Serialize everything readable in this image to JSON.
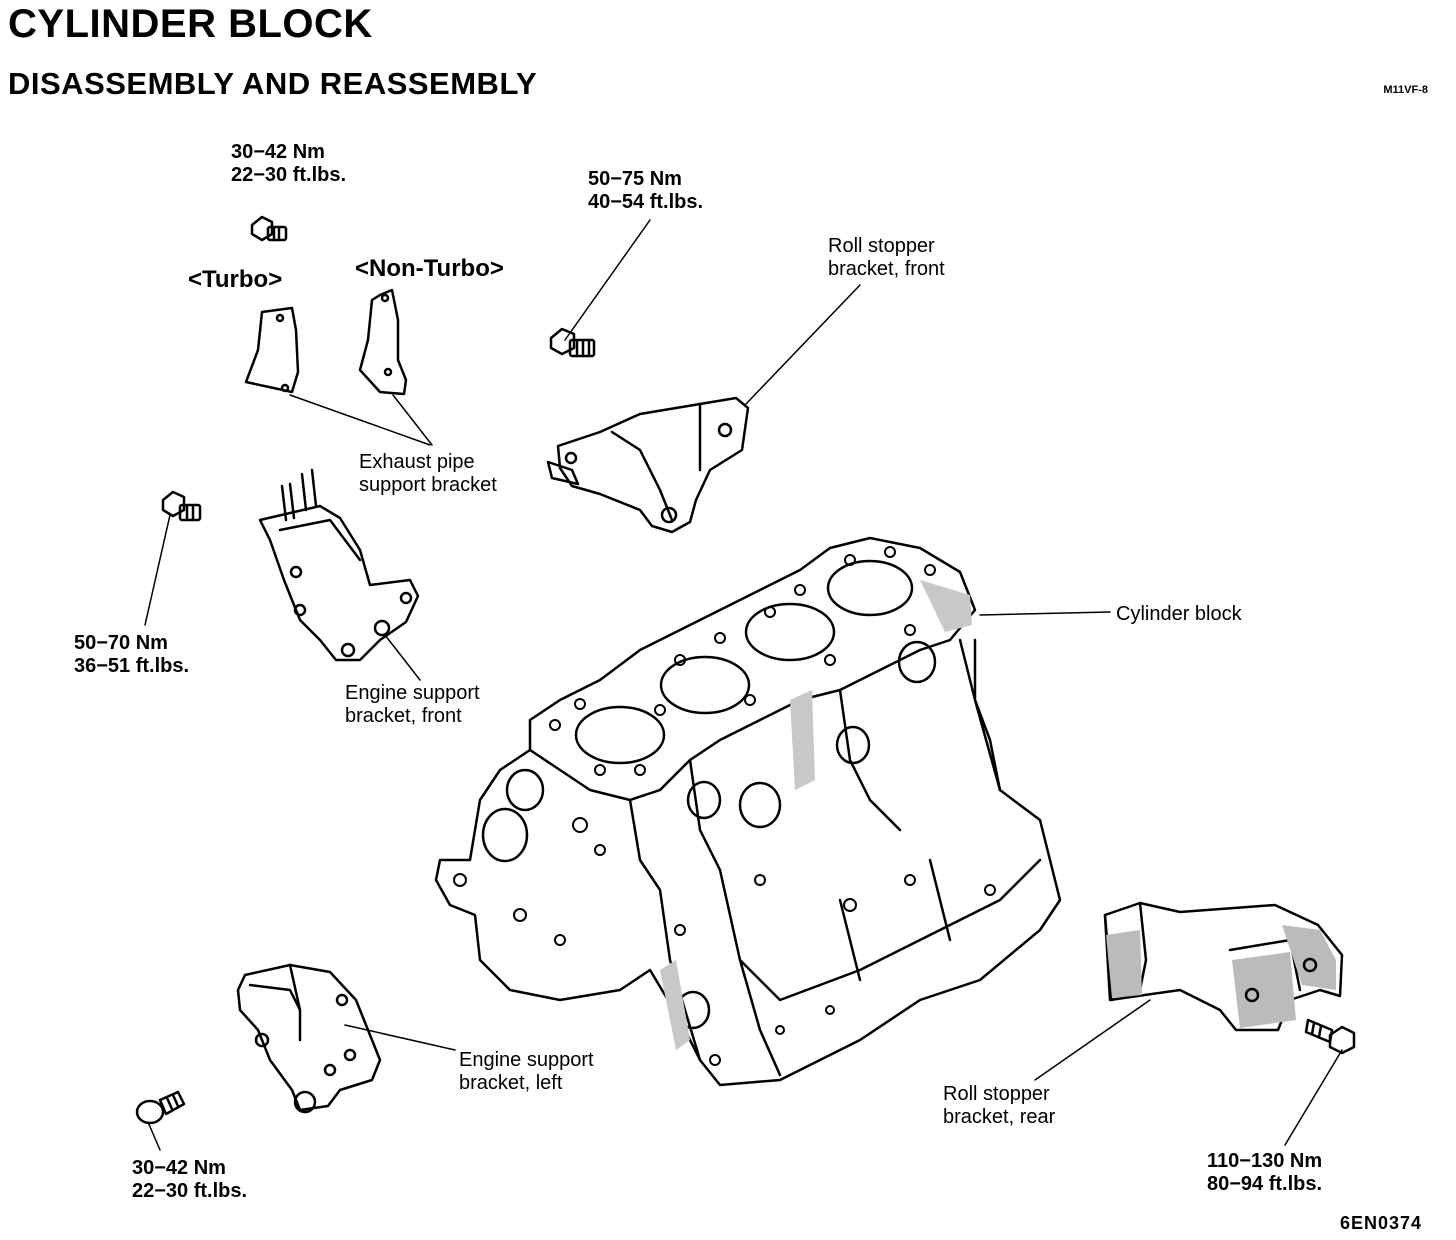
{
  "header": {
    "title": "CYLINDER BLOCK",
    "subtitle": "DISASSEMBLY AND REASSEMBLY",
    "code": "M11VF-8"
  },
  "figure_number": "6EN0374",
  "variants": {
    "turbo": "<Turbo>",
    "non_turbo": "<Non-Turbo>"
  },
  "torques": {
    "exhaust_bracket_bolt": {
      "nm": "30−42 Nm",
      "ftlbs": "22−30 ft.lbs."
    },
    "roll_stopper_front_bolt": {
      "nm": "50−75 Nm",
      "ftlbs": "40−54 ft.lbs."
    },
    "engine_support_front_bolt": {
      "nm": "50−70 Nm",
      "ftlbs": "36−51 ft.lbs."
    },
    "engine_support_left_bolt": {
      "nm": "30−42 Nm",
      "ftlbs": "22−30 ft.lbs."
    },
    "roll_stopper_rear_bolt": {
      "nm": "110−130 Nm",
      "ftlbs": "80−94 ft.lbs."
    }
  },
  "labels": {
    "roll_stopper_front": [
      "Roll stopper",
      "bracket, front"
    ],
    "exhaust_pipe_bracket": [
      "Exhaust pipe",
      "support bracket"
    ],
    "cylinder_block": "Cylinder block",
    "engine_support_front": [
      "Engine support",
      "bracket, front"
    ],
    "engine_support_left": [
      "Engine support",
      "bracket, left"
    ],
    "roll_stopper_rear": [
      "Roll stopper",
      "bracket, rear"
    ]
  }
}
